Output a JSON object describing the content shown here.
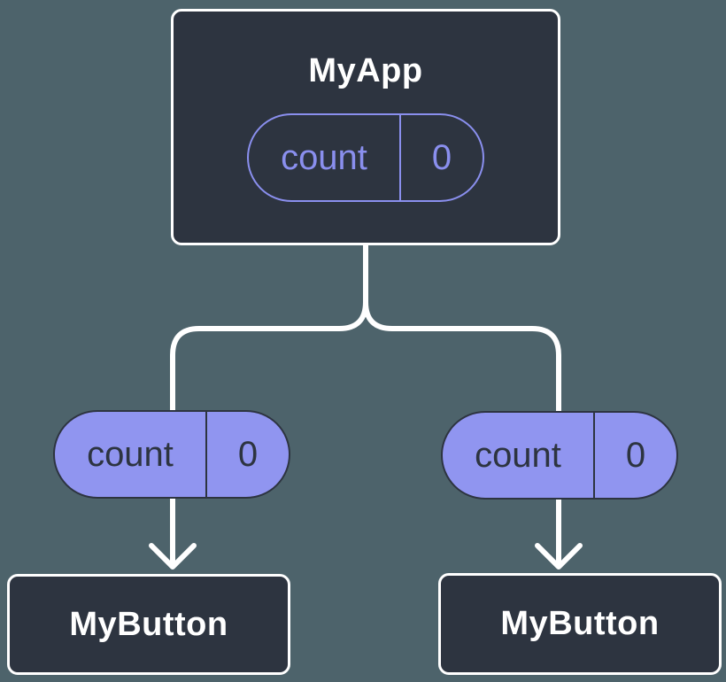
{
  "diagram": {
    "colors": {
      "background": "#4d636b",
      "node_fill": "#2d3440",
      "line": "#ffffff",
      "accent": "#8a8fee",
      "pill_fill": "#9095f0"
    },
    "root": {
      "label": "MyApp",
      "state": {
        "name": "count",
        "value": "0"
      }
    },
    "children": [
      {
        "label": "MyButton",
        "prop": {
          "name": "count",
          "value": "0"
        }
      },
      {
        "label": "MyButton",
        "prop": {
          "name": "count",
          "value": "0"
        }
      }
    ]
  }
}
